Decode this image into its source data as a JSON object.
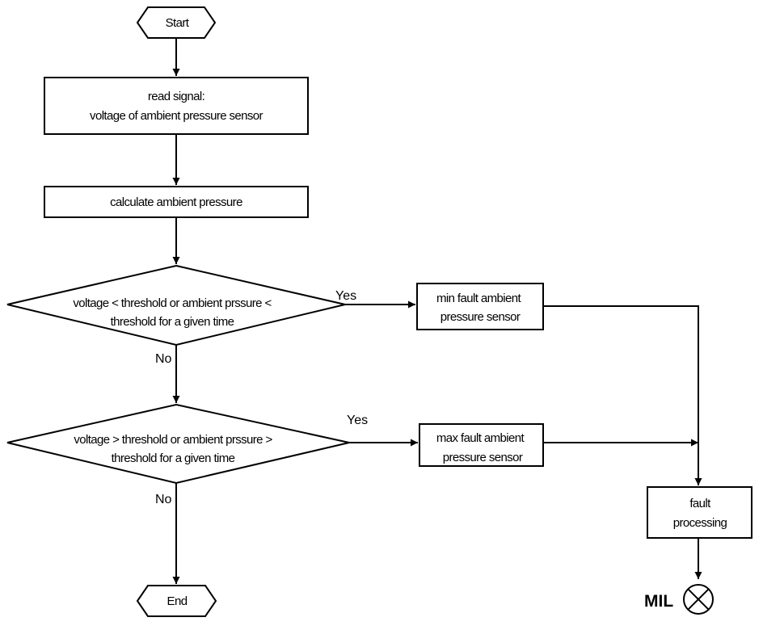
{
  "diagram": {
    "start": "Start",
    "read_signal": {
      "line1": "read signal:",
      "line2": "voltage of ambient pressure sensor"
    },
    "calculate": "calculate ambient pressure",
    "decision_min": {
      "line1": "voltage < threshold or ambient prssure <",
      "line2": "threshold for a given time"
    },
    "decision_max": {
      "line1": "voltage > threshold or ambient prssure >",
      "line2": "threshold for a given time"
    },
    "min_fault": {
      "line1": "min fault ambient",
      "line2": "pressure sensor"
    },
    "max_fault": {
      "line1": "max fault ambient",
      "line2": "pressure sensor"
    },
    "fault_processing": {
      "line1": "fault",
      "line2": "processing"
    },
    "end": "End",
    "labels": {
      "yes": "Yes",
      "no": "No",
      "mil": "MIL"
    }
  }
}
